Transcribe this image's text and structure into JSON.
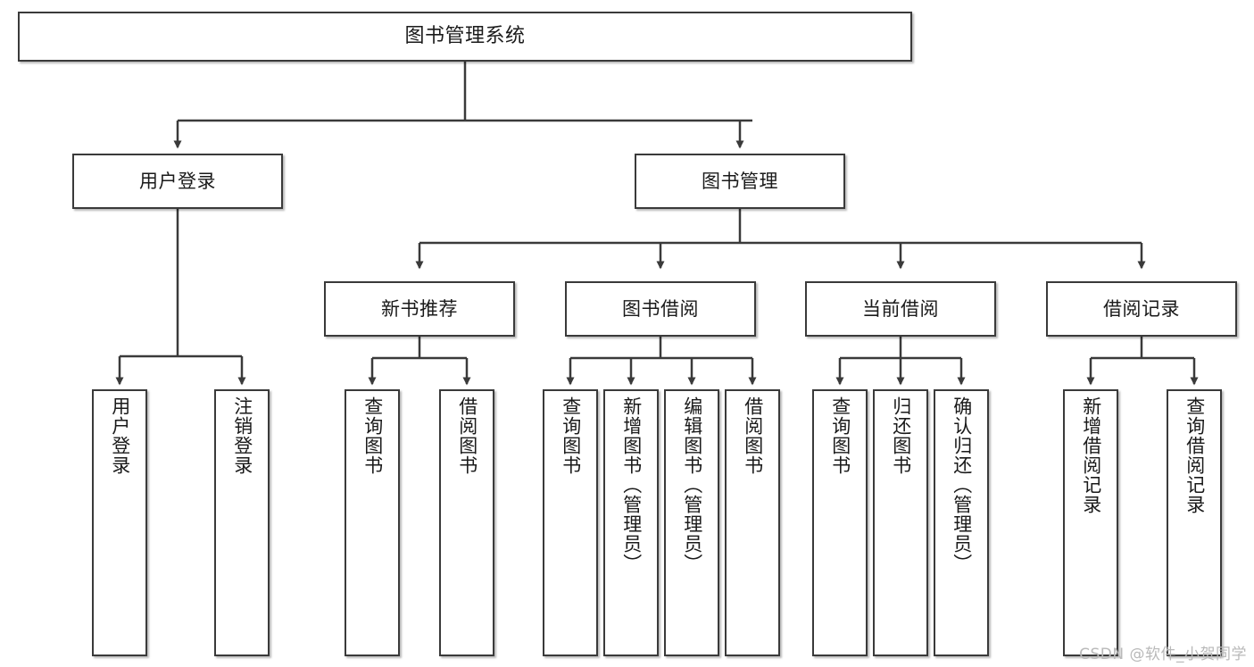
{
  "diagram": {
    "title": "图书管理系统",
    "type": "tree",
    "watermark": "CSDN @软件_小贺同学",
    "colors": {
      "node_border": "#3a3a3a",
      "node_fill": "#ffffff",
      "edge": "#3a3a3a",
      "text": "#1a1a1a",
      "watermark": "#b9b9b9"
    },
    "nodes": {
      "root": {
        "label": "图书管理系统"
      },
      "level2": [
        {
          "id": "user-login",
          "label": "用户登录"
        },
        {
          "id": "book-manage",
          "label": "图书管理"
        }
      ],
      "level3": [
        {
          "id": "new-book-recommend",
          "label": "新书推荐"
        },
        {
          "id": "book-borrow",
          "label": "图书借阅"
        },
        {
          "id": "current-borrow",
          "label": "当前借阅"
        },
        {
          "id": "borrow-record",
          "label": "借阅记录"
        }
      ],
      "leaves": {
        "user-login": [
          {
            "id": "leaf-user-login",
            "label": "用户登录"
          },
          {
            "id": "leaf-logout-login",
            "label": "注销登录"
          }
        ],
        "new-book-recommend": [
          {
            "id": "leaf-query-book-1",
            "label": "查询图书"
          },
          {
            "id": "leaf-borrow-book-1",
            "label": "借阅图书"
          }
        ],
        "book-borrow": [
          {
            "id": "leaf-query-book-2",
            "label": "查询图书"
          },
          {
            "id": "leaf-add-book",
            "label": "新增图书（管理员）"
          },
          {
            "id": "leaf-edit-book",
            "label": "编辑图书（管理员）"
          },
          {
            "id": "leaf-borrow-book-2",
            "label": "借阅图书"
          }
        ],
        "current-borrow": [
          {
            "id": "leaf-query-book-3",
            "label": "查询图书"
          },
          {
            "id": "leaf-return-book",
            "label": "归还图书"
          },
          {
            "id": "leaf-confirm-return",
            "label": "确认归还（管理员）"
          }
        ],
        "borrow-record": [
          {
            "id": "leaf-add-record",
            "label": "新增借阅记录"
          },
          {
            "id": "leaf-query-record",
            "label": "查询借阅记录"
          }
        ]
      }
    }
  }
}
